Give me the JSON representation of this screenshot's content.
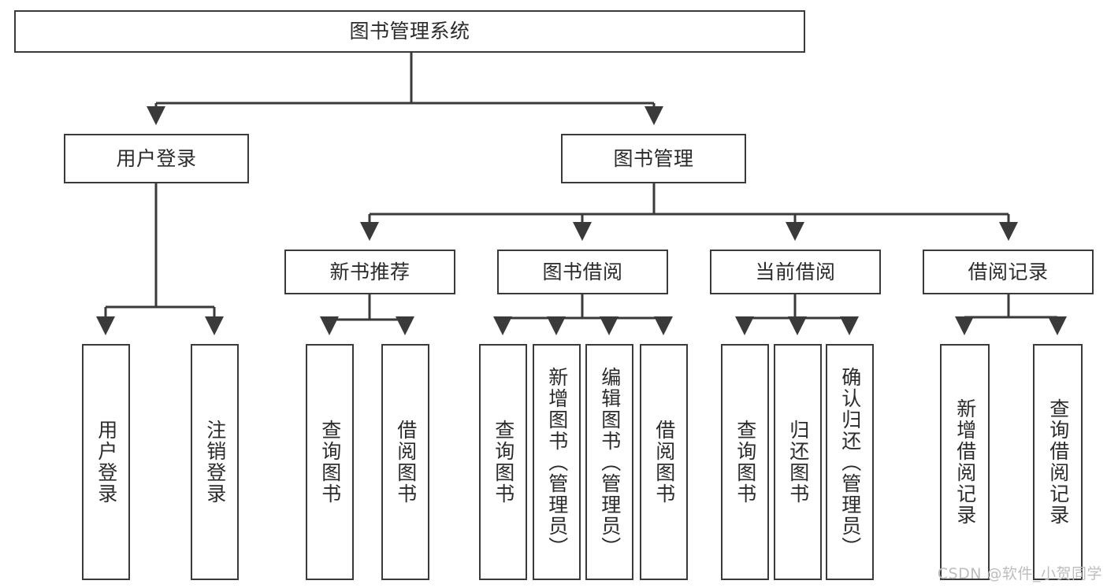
{
  "diagram": {
    "title": "图书管理系统",
    "type": "tree-hierarchy-chart",
    "root": {
      "id": "root",
      "label": "图书管理系统"
    },
    "level2": [
      {
        "id": "user-login",
        "label": "用户登录"
      },
      {
        "id": "book-manage",
        "label": "图书管理"
      }
    ],
    "level3": [
      {
        "id": "new-book-recommend",
        "label": "新书推荐"
      },
      {
        "id": "book-borrow",
        "label": "图书借阅"
      },
      {
        "id": "current-borrow",
        "label": "当前借阅"
      },
      {
        "id": "borrow-record",
        "label": "借阅记录"
      }
    ],
    "leaves": {
      "user_login": [
        {
          "id": "leaf-user-login",
          "label": "用户登录"
        },
        {
          "id": "leaf-logout-login",
          "label": "注销登录"
        }
      ],
      "new_book_recommend": [
        {
          "id": "leaf-query-book-1",
          "label": "查询图书"
        },
        {
          "id": "leaf-borrow-book-1",
          "label": "借阅图书"
        }
      ],
      "book_borrow": [
        {
          "id": "leaf-query-book-2",
          "label": "查询图书"
        },
        {
          "id": "leaf-add-book",
          "label": "新增图书（管理员）"
        },
        {
          "id": "leaf-edit-book",
          "label": "编辑图书（管理员）"
        },
        {
          "id": "leaf-borrow-book-2",
          "label": "借阅图书"
        }
      ],
      "current_borrow": [
        {
          "id": "leaf-query-book-3",
          "label": "查询图书"
        },
        {
          "id": "leaf-return-book",
          "label": "归还图书"
        },
        {
          "id": "leaf-confirm-return",
          "label": "确认归还（管理员）"
        }
      ],
      "borrow_record": [
        {
          "id": "leaf-add-borrow-record",
          "label": "新增借阅记录"
        },
        {
          "id": "leaf-query-borrow-record",
          "label": "查询借阅记录"
        }
      ]
    }
  },
  "watermark": {
    "text": "CSDN @软件_小贺同学"
  },
  "colors": {
    "stroke": "#3a3a3a",
    "fill": "#ffffff",
    "text": "#2b2b2b",
    "watermark": "#bdbdbd"
  }
}
